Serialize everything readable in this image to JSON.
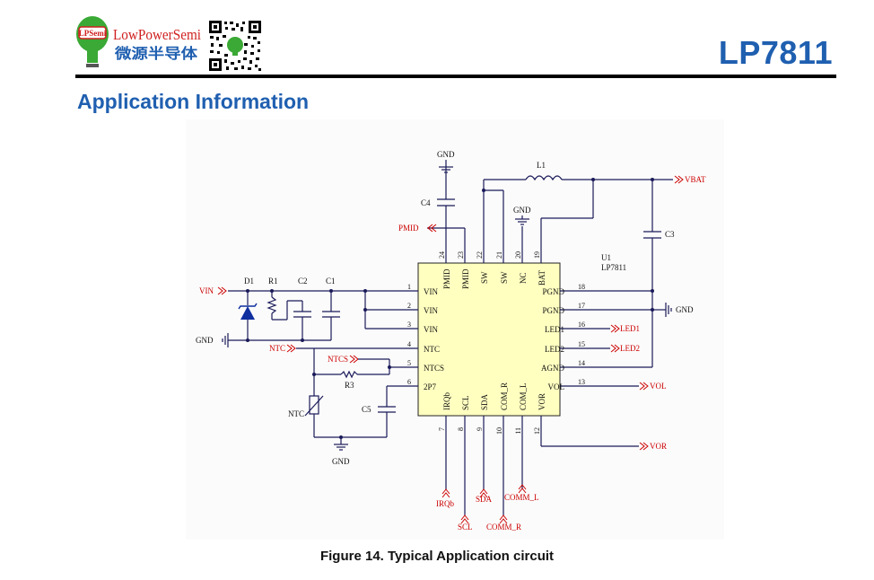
{
  "header": {
    "logo_badge": "LPSemi",
    "logo_name": "LowPowerSemi",
    "logo_cn": "微源半导体",
    "part_number": "LP7811"
  },
  "section_title": "Application Information",
  "caption": "Figure 14. Typical Application circuit",
  "schematic": {
    "ic": {
      "ref": "U1",
      "name": "LP7811",
      "top_pins": [
        {
          "num": "24",
          "name": "PMID"
        },
        {
          "num": "23",
          "name": "PMID"
        },
        {
          "num": "22",
          "name": "SW"
        },
        {
          "num": "21",
          "name": "SW"
        },
        {
          "num": "20",
          "name": "NC"
        },
        {
          "num": "19",
          "name": "BAT"
        }
      ],
      "left_pins": [
        {
          "num": "1",
          "name": "VIN"
        },
        {
          "num": "2",
          "name": "VIN"
        },
        {
          "num": "3",
          "name": "VIN"
        },
        {
          "num": "4",
          "name": "NTC"
        },
        {
          "num": "5",
          "name": "NTCS"
        },
        {
          "num": "6",
          "name": "2P7"
        }
      ],
      "right_pins": [
        {
          "num": "18",
          "name": "PGND"
        },
        {
          "num": "17",
          "name": "PGND"
        },
        {
          "num": "16",
          "name": "LED1"
        },
        {
          "num": "15",
          "name": "LED2"
        },
        {
          "num": "14",
          "name": "AGND"
        },
        {
          "num": "13",
          "name": "VOL"
        }
      ],
      "bottom_pins": [
        {
          "num": "7",
          "name": "IRQb"
        },
        {
          "num": "8",
          "name": "SCL"
        },
        {
          "num": "9",
          "name": "SDA"
        },
        {
          "num": "10",
          "name": "COM_R"
        },
        {
          "num": "11",
          "name": "COM_L"
        },
        {
          "num": "12",
          "name": "VOR"
        }
      ]
    },
    "components": {
      "d1": "D1",
      "r1": "R1",
      "c2": "C2",
      "c1": "C1",
      "c3": "C3",
      "c4": "C4",
      "c5": "C5",
      "r3": "R3",
      "l1": "L1",
      "ntc": "NTC"
    },
    "nets": {
      "vin": "VIN",
      "gnd": "GND",
      "ntc": "NTC",
      "ntcs": "NTCS",
      "pmid": "PMID",
      "vbat": "VBAT",
      "led1": "LED1",
      "led2": "LED2",
      "vol": "VOL",
      "vor": "VOR",
      "irqb": "IRQb",
      "scl": "SCL",
      "sda": "SDA",
      "comm_r": "COMM_R",
      "comm_l": "COMM_L"
    },
    "colors": {
      "ic_fill": "#ffffc0",
      "wire": "#1a1a5a",
      "net_label": "#cc0000",
      "diode": "#1030a0"
    }
  }
}
